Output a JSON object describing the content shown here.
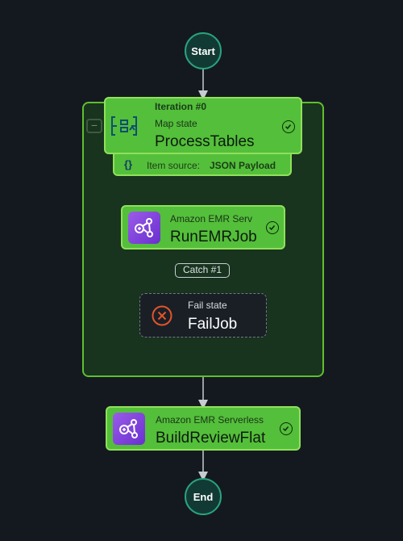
{
  "colors": {
    "background": "#141920",
    "state_green": "#54bf3a",
    "state_border": "#8fe05c",
    "map_container_border": "#5fbf2d",
    "terminal_fill": "#123a34",
    "terminal_border": "#2aa37e",
    "emr_icon": "#7d3fe0",
    "fail_icon": "#e2542a"
  },
  "workflow": {
    "start": {
      "label": "Start"
    },
    "end": {
      "label": "End"
    },
    "map_state": {
      "iteration": "Iteration #0",
      "kind": "Map state",
      "name": "ProcessTables",
      "icon": "map-state-icon",
      "status": "succeeded",
      "item_source_prefix": "Item source:",
      "item_source_value": "JSON Payload",
      "item_source_icon": "braces-icon",
      "collapse_symbol": "−"
    },
    "run_emr_job": {
      "kind": "Amazon EMR Serv",
      "name": "RunEMRJob",
      "icon": "emr-serverless-icon",
      "status": "succeeded"
    },
    "catch_edge": {
      "label": "Catch #1"
    },
    "fail_job": {
      "kind": "Fail state",
      "name": "FailJob",
      "icon": "fail-x-icon"
    },
    "build_review_flat": {
      "kind": "Amazon EMR Serverless",
      "name": "BuildReviewFlat",
      "icon": "emr-serverless-icon",
      "status": "succeeded"
    }
  }
}
